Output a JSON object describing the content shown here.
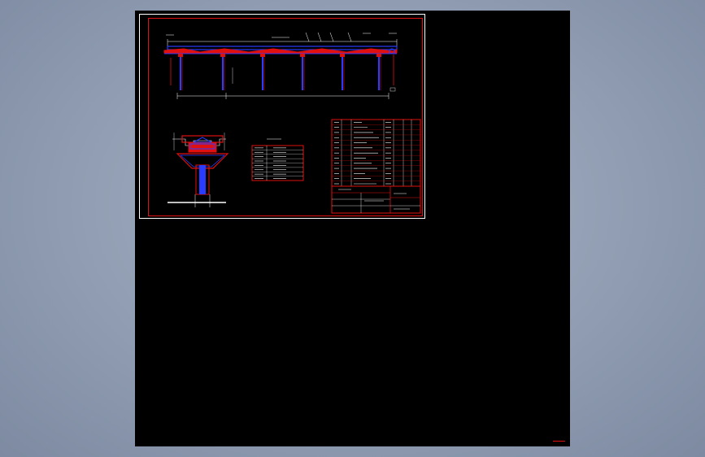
{
  "colors": {
    "background": "#8a97ad",
    "viewport": "#000000",
    "frame_outer": "#ffffff",
    "frame_inner": "#e01010",
    "cad_red": "#e01010",
    "cad_blue": "#2a3cff",
    "cad_white": "#ffffff"
  },
  "drawing": {
    "elevation_view": {
      "pier_count": 6
    },
    "cross_section_view": {},
    "small_table": {
      "rows": 8
    },
    "parts_list": {
      "rows": 13
    },
    "title_block": {}
  }
}
